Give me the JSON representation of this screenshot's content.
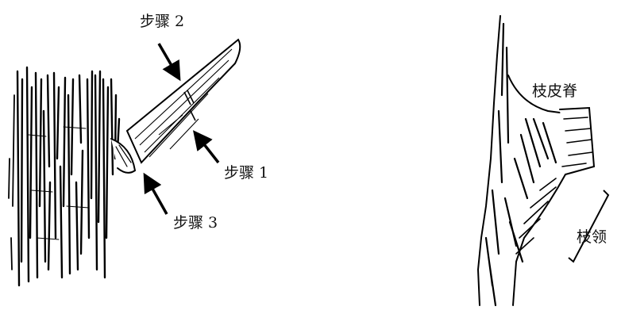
{
  "left_diagram": {
    "step2_label": "步骤 2",
    "step1_label": "步骤 1",
    "step3_label": "步骤 3"
  },
  "right_diagram": {
    "ridge_label": "枝皮脊",
    "collar_label": "枝领"
  }
}
